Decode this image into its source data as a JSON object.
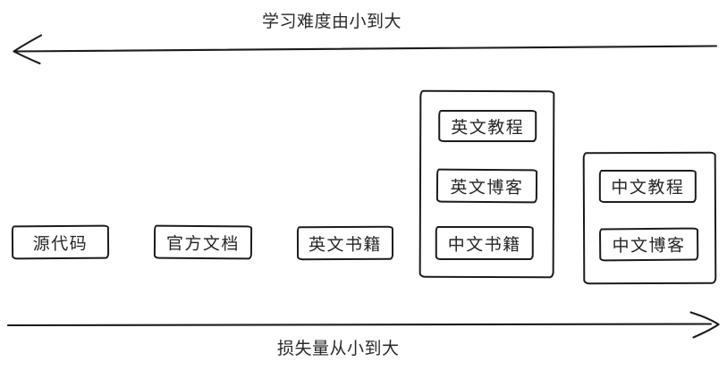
{
  "colors": {
    "stroke": "#1c1c1c",
    "text": "#262626",
    "background": "#ffffff"
  },
  "diagram": {
    "top_axis": {
      "label": "学习难度由小到大",
      "direction": "left"
    },
    "bottom_axis": {
      "label": "损失量从小到大",
      "direction": "right"
    },
    "standalone_boxes": [
      {
        "id": "source-code",
        "label": "源代码"
      },
      {
        "id": "official-docs",
        "label": "官方文档"
      },
      {
        "id": "english-books",
        "label": "英文书籍"
      }
    ],
    "groups": [
      {
        "id": "group-english-and-chinese-books",
        "items": [
          {
            "id": "english-tutorials",
            "label": "英文教程"
          },
          {
            "id": "english-blogs",
            "label": "英文博客"
          },
          {
            "id": "chinese-books",
            "label": "中文书籍"
          }
        ]
      },
      {
        "id": "group-chinese",
        "items": [
          {
            "id": "chinese-tutorials",
            "label": "中文教程"
          },
          {
            "id": "chinese-blogs",
            "label": "中文博客"
          }
        ]
      }
    ]
  }
}
